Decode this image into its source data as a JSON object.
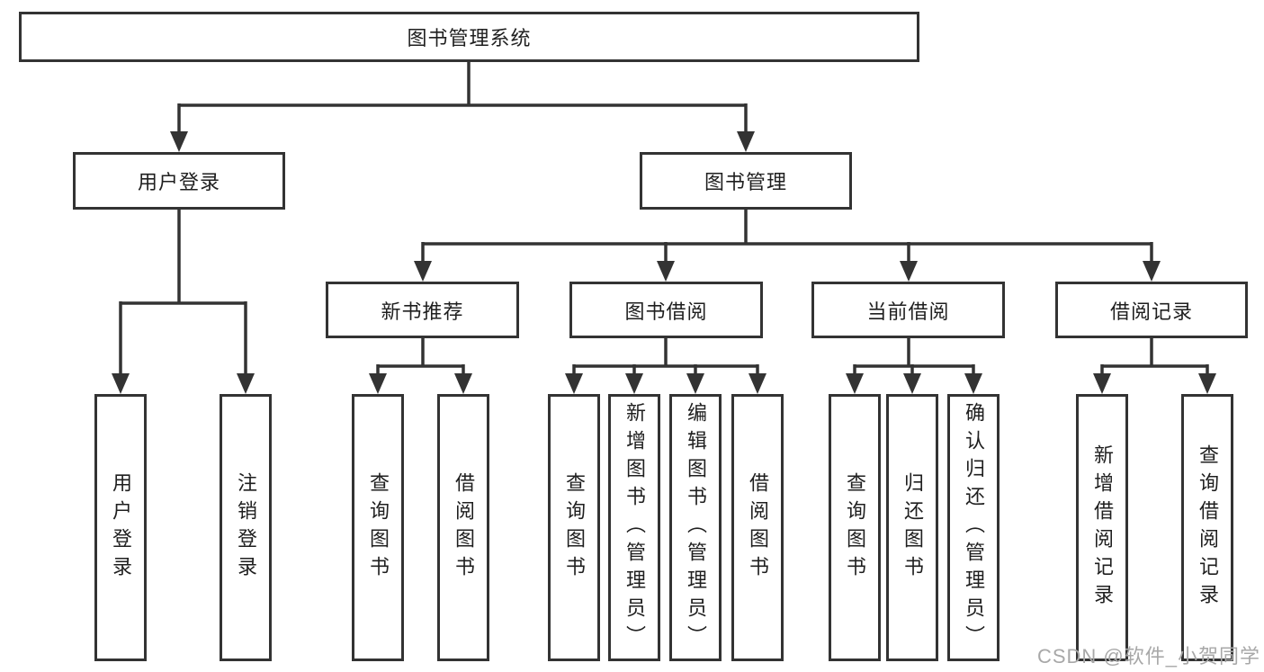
{
  "diagram": {
    "title": "图书管理系统",
    "branches": [
      {
        "label": "用户登录",
        "children": [
          {
            "label": "用户登录"
          },
          {
            "label": "注销登录"
          }
        ]
      },
      {
        "label": "图书管理",
        "children": [
          {
            "label": "新书推荐",
            "children": [
              {
                "label": "查询图书"
              },
              {
                "label": "借阅图书"
              }
            ]
          },
          {
            "label": "图书借阅",
            "children": [
              {
                "label": "查询图书"
              },
              {
                "label": "新增图书（管理员）"
              },
              {
                "label": "编辑图书（管理员）"
              },
              {
                "label": "借阅图书"
              }
            ]
          },
          {
            "label": "当前借阅",
            "children": [
              {
                "label": "查询图书"
              },
              {
                "label": "归还图书"
              },
              {
                "label": "确认归还（管理员）"
              }
            ]
          },
          {
            "label": "借阅记录",
            "children": [
              {
                "label": "新增借阅记录"
              },
              {
                "label": "查询借阅记录"
              }
            ]
          }
        ]
      }
    ]
  },
  "colors": {
    "line": "#333333",
    "text": "#1f1f1f",
    "watermark": "#a8a8a8",
    "background": "#ffffff"
  },
  "watermark": "CSDN @软件_小贺同学"
}
